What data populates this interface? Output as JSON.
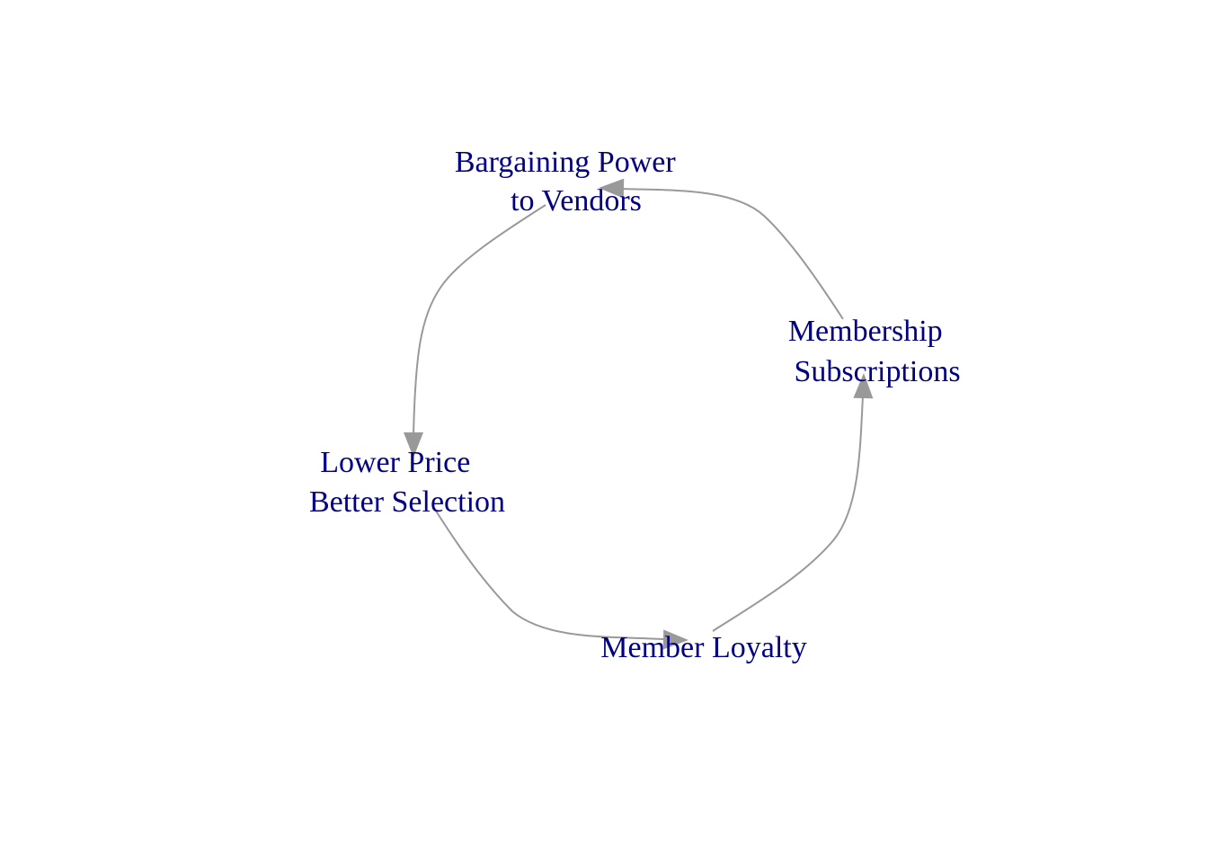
{
  "diagram": {
    "type": "cycle",
    "colors": {
      "label": "#000080",
      "edge": "#999999",
      "background": "#ffffff"
    },
    "nodes": [
      {
        "id": "bargaining",
        "lines": [
          "Bargaining Power",
          "to Vendors"
        ]
      },
      {
        "id": "lower-price",
        "lines": [
          "Lower Price",
          "Better Selection"
        ]
      },
      {
        "id": "member-loyalty",
        "lines": [
          "Member Loyalty"
        ]
      },
      {
        "id": "membership",
        "lines": [
          "Membership",
          "Subscriptions"
        ]
      }
    ],
    "edges": [
      {
        "from": "bargaining",
        "to": "lower-price"
      },
      {
        "from": "lower-price",
        "to": "member-loyalty"
      },
      {
        "from": "member-loyalty",
        "to": "membership"
      },
      {
        "from": "membership",
        "to": "bargaining"
      }
    ]
  }
}
